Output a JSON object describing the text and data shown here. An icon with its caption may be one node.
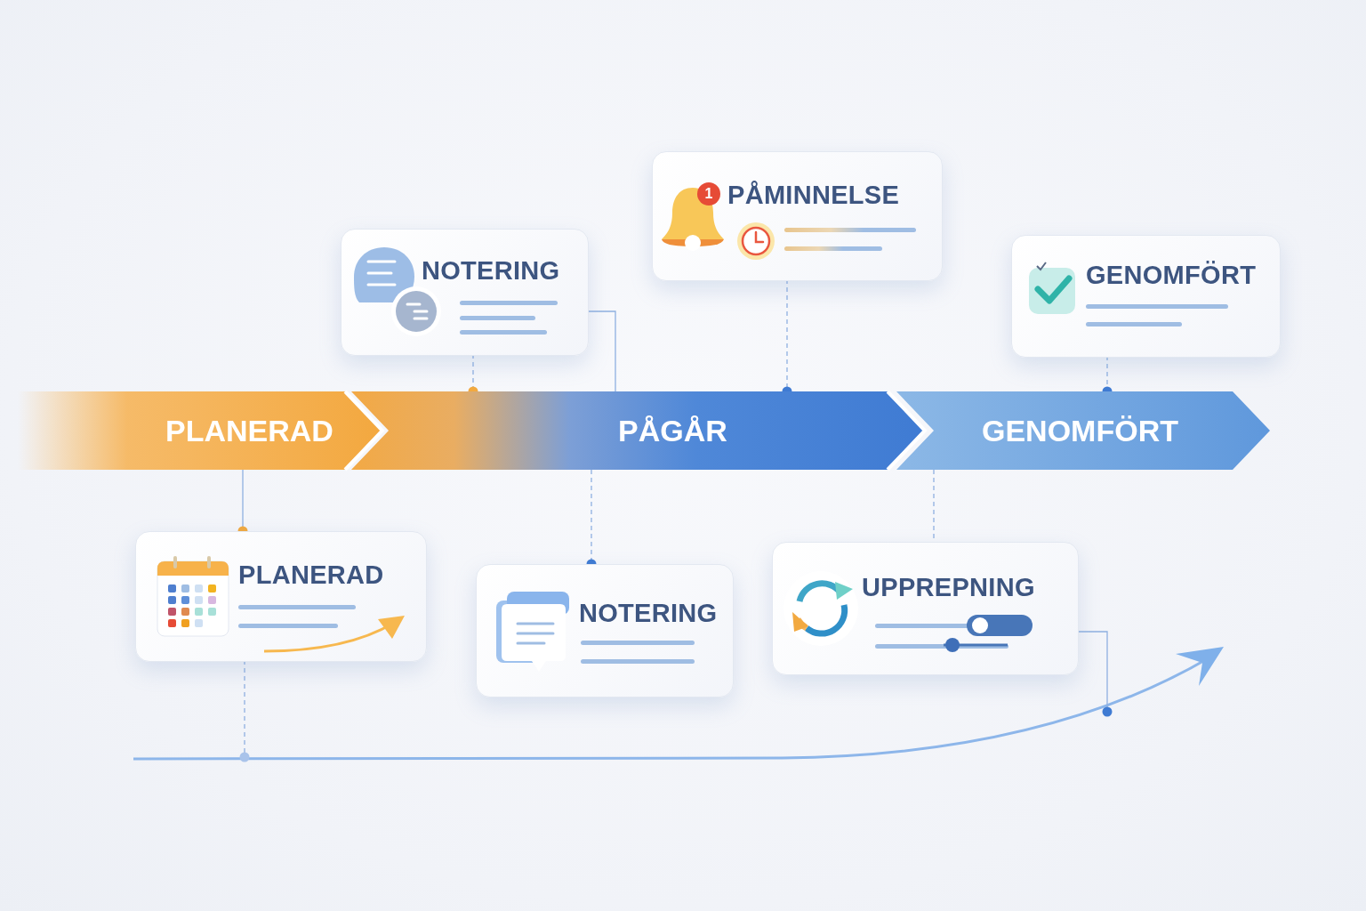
{
  "diagram": {
    "nodes": [
      {
        "text": [
          "PLANERAD"
        ]
      },
      {
        "text": [
          "PÅGÅR"
        ]
      },
      {
        "text": [
          "GENOMFÖRT"
        ]
      },
      {
        "text": [
          "NOTERING"
        ]
      },
      {
        "text": [
          "PÅMINNELSE"
        ]
      },
      {
        "text": [
          "GENOMFÖRT"
        ]
      },
      {
        "text": [
          "PLANERAD"
        ]
      },
      {
        "text": [
          "NOTERING"
        ]
      },
      {
        "text": [
          "UPPREPNING"
        ]
      }
    ],
    "edges": [
      {
        "from": 3,
        "to": 1,
        "arrow": "other",
        "style": "dashed"
      },
      {
        "from": 3,
        "to": 1,
        "arrow": "none"
      },
      {
        "from": 4,
        "to": 1,
        "arrow": "other",
        "style": "dashed"
      },
      {
        "from": 5,
        "to": 2,
        "arrow": "other",
        "style": "dashed"
      },
      {
        "from": 0,
        "to": 6,
        "arrow": "other"
      },
      {
        "from": 1,
        "to": 7,
        "arrow": "other",
        "style": "dashed"
      },
      {
        "from": 2,
        "to": 8,
        "arrow": "none",
        "style": "dashed"
      },
      {
        "from": 6,
        "to": null,
        "arrow": "other",
        "style": "dashed"
      },
      {
        "from": 8,
        "to": null,
        "arrow": "other"
      }
    ],
    "labels": [
      "1"
    ]
  }
}
